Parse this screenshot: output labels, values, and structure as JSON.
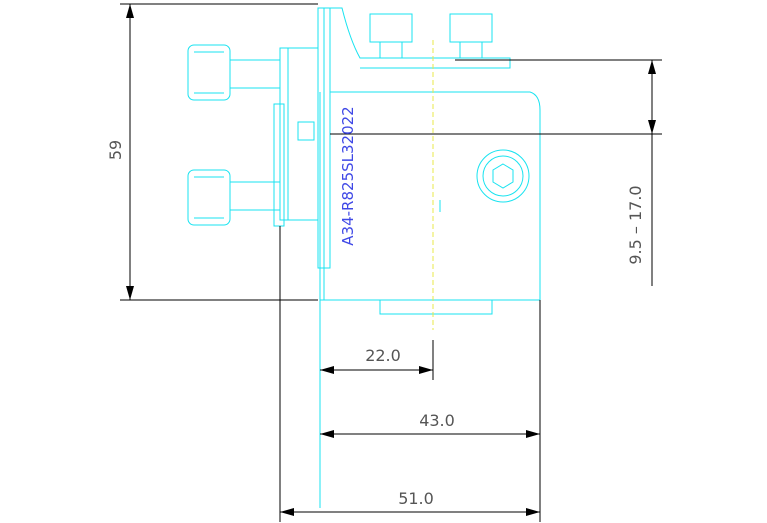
{
  "dimensions": {
    "height_total": "59",
    "width_22": "22.0",
    "width_43": "43.0",
    "width_51": "51.0",
    "range_vertical": "9.5 – 17.0"
  },
  "part_number": "A34-R825SL32022",
  "colors": {
    "part_outline": "#19e3f0",
    "dimension_line": "#000000",
    "dimension_text": "#555555",
    "part_label": "#3f48e6",
    "centerline": "#e8e84a",
    "background": "#ffffff"
  }
}
